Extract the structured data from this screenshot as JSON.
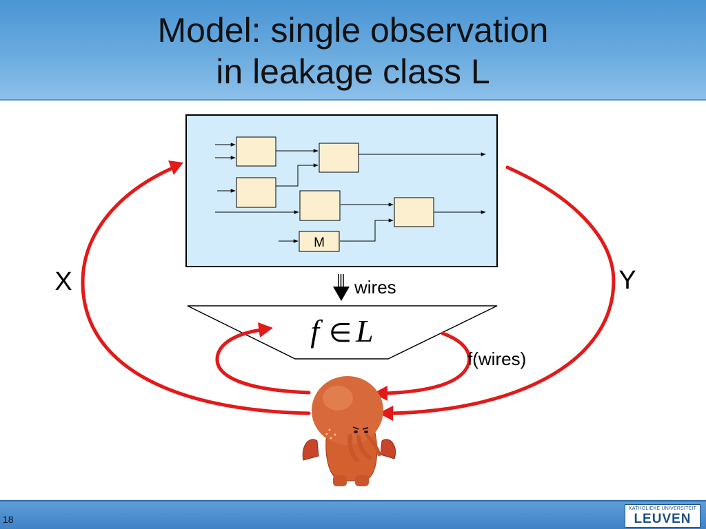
{
  "slide": {
    "title_line1": "Model: single observation",
    "title_line2": "in leakage class L",
    "page_number": "18"
  },
  "diagram": {
    "block_label_m": "M",
    "arrow_label_wires": "wires",
    "funnel_formula_f": "f",
    "funnel_formula_in": "∈",
    "funnel_formula_L": "L",
    "label_x": "X",
    "label_y": "Y",
    "leak_label_f": "f",
    "leak_label_rest": "(wires)"
  },
  "logo": {
    "top_text": "KATHOLIEKE UNIVERSITEIT",
    "main_text": "LEUVEN"
  },
  "colors": {
    "header_blue": "#6aabdf",
    "circuit_panel": "#d2ecfc",
    "gate_fill": "#fbefcf",
    "arrow_red": "#e21a1a",
    "footer_blue": "#3f82c6"
  }
}
